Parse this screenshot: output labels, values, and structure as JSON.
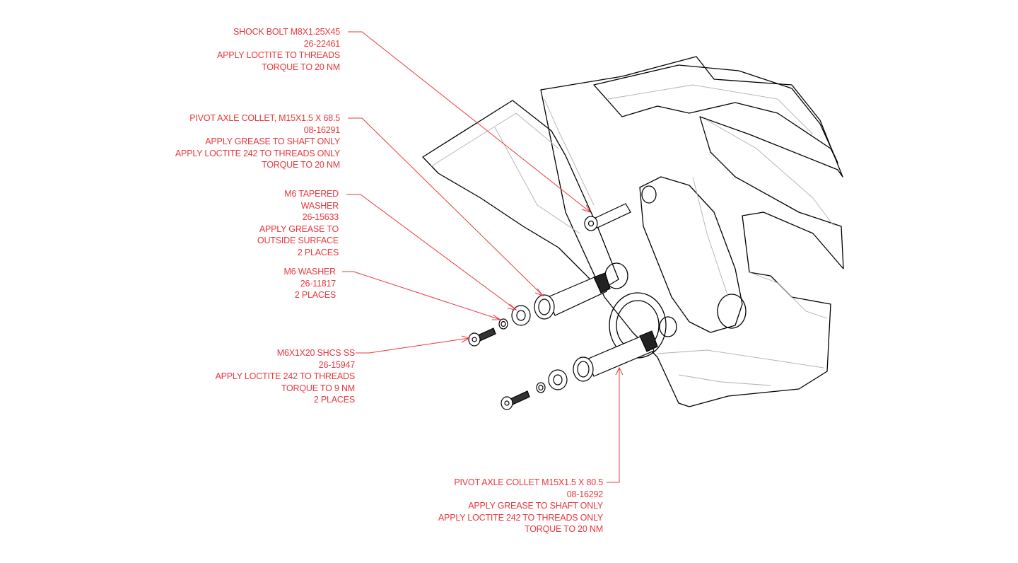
{
  "diagram": {
    "type": "exploded-assembly-drawing",
    "subject": "bicycle frame lower link / pivot assembly",
    "callout_color": "#e8383d",
    "line_color": "#000000",
    "ghost_line_color": "#9a9a9a"
  },
  "callouts": [
    {
      "id": "shock-bolt",
      "lines": [
        "SHOCK BOLT M8X1.25X45",
        "26-22461",
        "APPLY LOCTITE TO THREADS",
        "TORQUE TO 20 NM"
      ]
    },
    {
      "id": "pivot-axle-collet-68",
      "lines": [
        "PIVOT AXLE COLLET, M15X1.5 X 68.5",
        "08-16291",
        "APPLY GREASE TO SHAFT ONLY",
        "APPLY LOCTITE 242 TO THREADS ONLY",
        "TORQUE TO 20 NM"
      ]
    },
    {
      "id": "m6-tapered-washer",
      "lines": [
        "M6 TAPERED",
        "WASHER",
        "26-15633",
        "APPLY GREASE TO",
        "OUTSIDE SURFACE",
        "2 PLACES"
      ]
    },
    {
      "id": "m6-washer",
      "lines": [
        "M6 WASHER",
        "26-11817",
        "2 PLACES"
      ]
    },
    {
      "id": "m6-shcs",
      "lines": [
        "M6X1X20 SHCS SS",
        "26-15947",
        "APPLY LOCTITE 242 TO THREADS",
        "TORQUE TO 9 NM",
        "2 PLACES"
      ]
    },
    {
      "id": "pivot-axle-collet-80",
      "lines": [
        "PIVOT AXLE COLLET M15X1.5 X 80.5",
        "08-16292",
        "APPLY GREASE TO SHAFT ONLY",
        "APPLY LOCTITE 242 TO THREADS ONLY",
        "TORQUE TO 20 NM"
      ]
    }
  ]
}
